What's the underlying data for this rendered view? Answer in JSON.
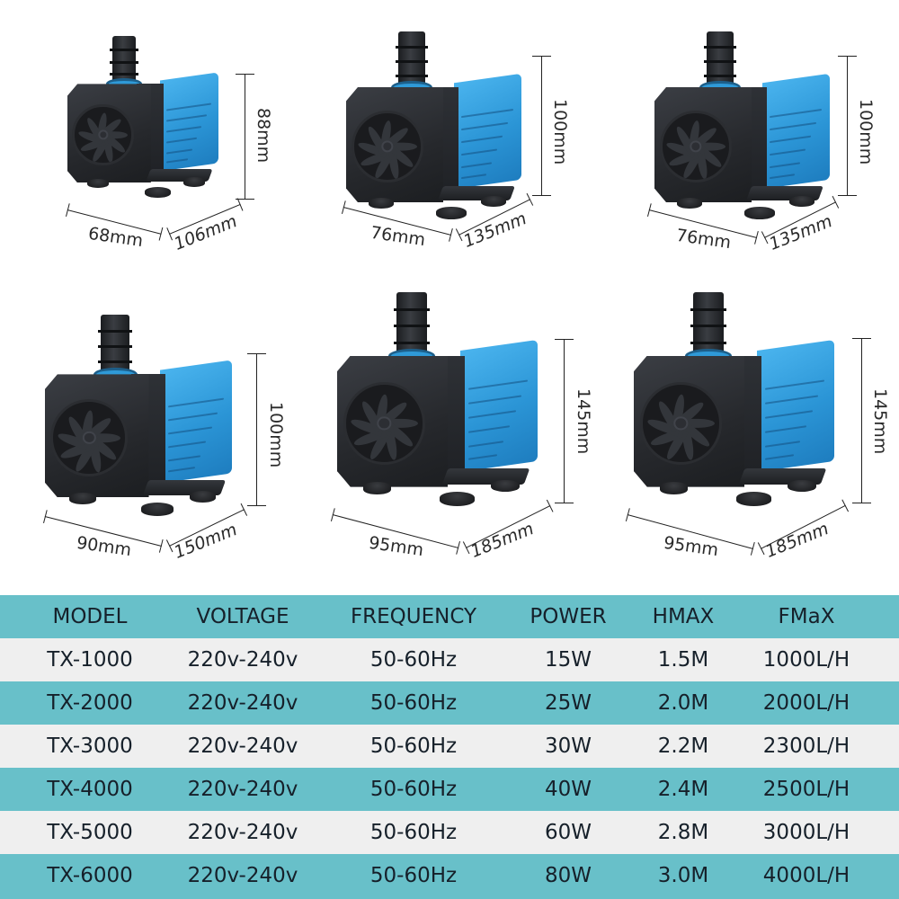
{
  "products": [
    {
      "id": "p1",
      "height": "88mm",
      "width": "68mm",
      "depth": "106mm"
    },
    {
      "id": "p2",
      "height": "100mm",
      "width": "76mm",
      "depth": "135mm"
    },
    {
      "id": "p3",
      "height": "100mm",
      "width": "76mm",
      "depth": "135mm"
    },
    {
      "id": "p4",
      "height": "100mm",
      "width": "90mm",
      "depth": "150mm"
    },
    {
      "id": "p5",
      "height": "145mm",
      "width": "95mm",
      "depth": "185mm"
    },
    {
      "id": "p6",
      "height": "145mm",
      "width": "95mm",
      "depth": "185mm"
    }
  ],
  "colors": {
    "table_teal": "#68c0c9",
    "table_light": "#efefef",
    "pump_blue": "#2b95d6",
    "pump_black": "#26282c"
  },
  "table": {
    "headers": [
      "MODEL",
      "VOLTAGE",
      "FREQUENCY",
      "POWER",
      "HMAX",
      "FMaX"
    ],
    "rows": [
      [
        "TX-1000",
        "220v-240v",
        "50-60Hz",
        "15W",
        "1.5M",
        "1000L/H"
      ],
      [
        "TX-2000",
        "220v-240v",
        "50-60Hz",
        "25W",
        "2.0M",
        "2000L/H"
      ],
      [
        "TX-3000",
        "220v-240v",
        "50-60Hz",
        "30W",
        "2.2M",
        "2300L/H"
      ],
      [
        "TX-4000",
        "220v-240v",
        "50-60Hz",
        "40W",
        "2.4M",
        "2500L/H"
      ],
      [
        "TX-5000",
        "220v-240v",
        "50-60Hz",
        "60W",
        "2.8M",
        "3000L/H"
      ],
      [
        "TX-6000",
        "220v-240v",
        "50-60Hz",
        "80W",
        "3.0M",
        "4000L/H"
      ]
    ]
  }
}
